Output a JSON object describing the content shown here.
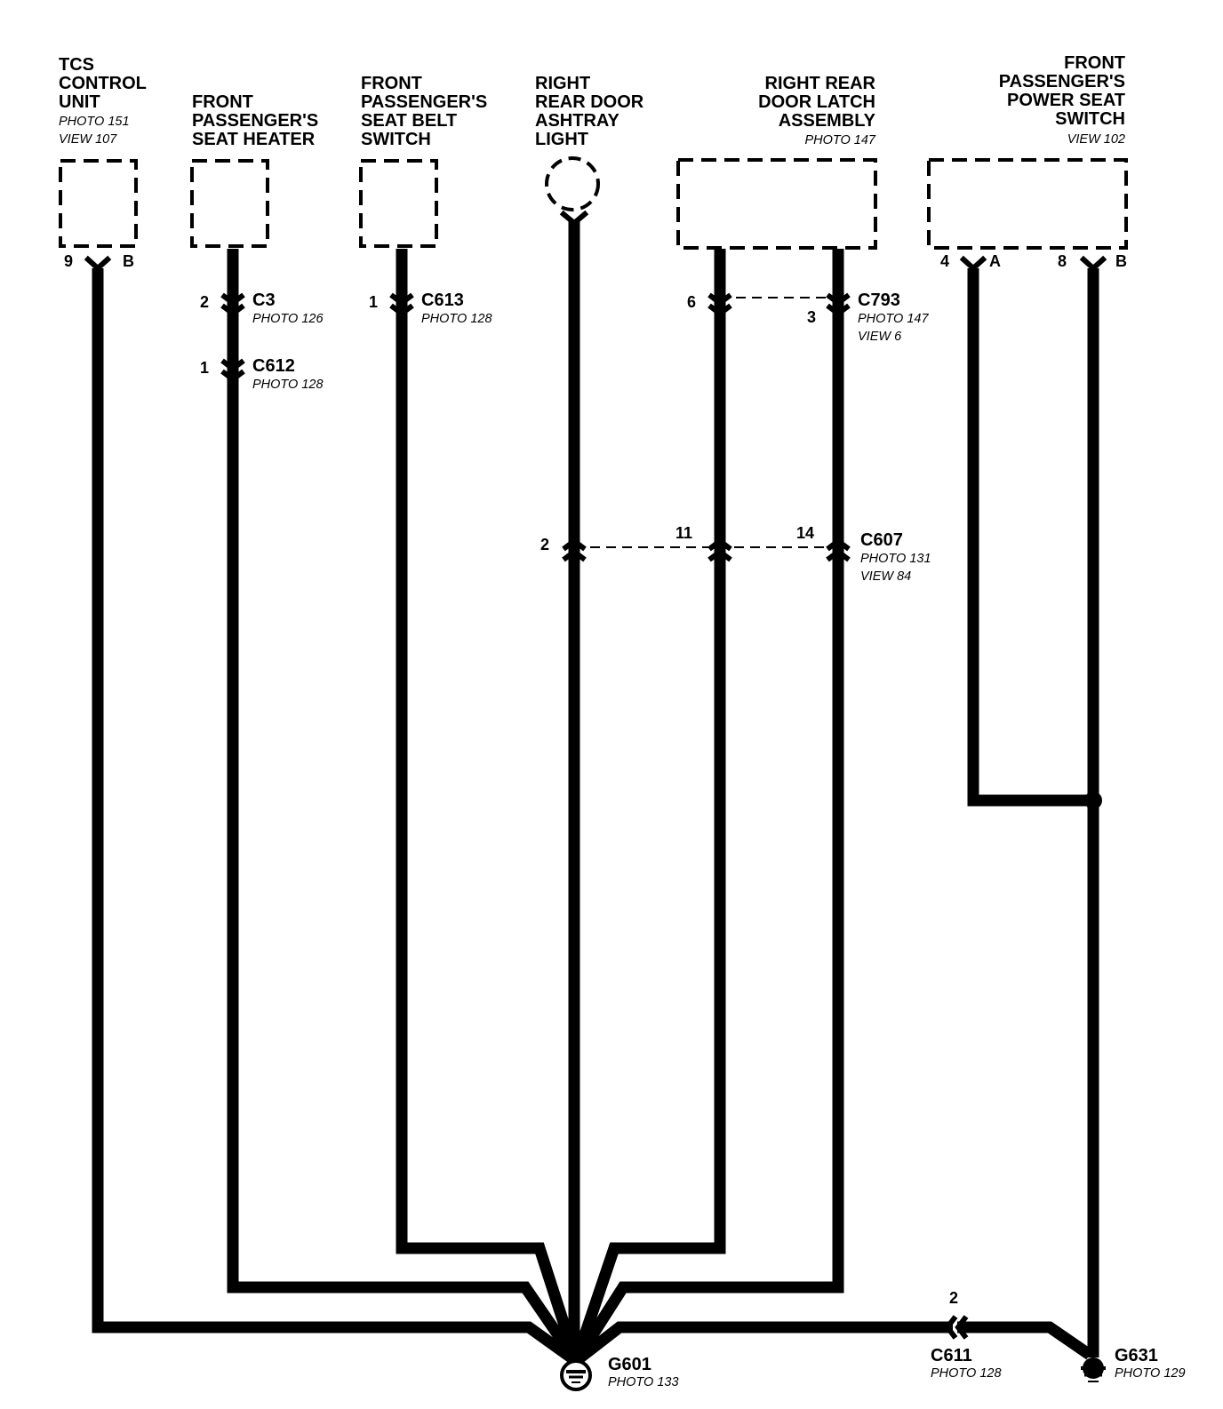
{
  "components": {
    "tcs": {
      "title": "TCS\nCONTROL\nUNIT",
      "ref": "PHOTO 151\nVIEW 107",
      "pin_left": "9",
      "pin_right": "B"
    },
    "seat_heater": {
      "title": "FRONT\nPASSENGER'S\nSEAT HEATER"
    },
    "seat_belt": {
      "title": "FRONT\nPASSENGER'S\nSEAT BELT\nSWITCH"
    },
    "ashtray": {
      "title": "RIGHT\nREAR DOOR\nASHTRAY\nLIGHT"
    },
    "door_latch": {
      "title": "RIGHT REAR\nDOOR LATCH\nASSEMBLY",
      "ref": "PHOTO 147"
    },
    "power_seat": {
      "title": "FRONT\nPASSENGER'S\nPOWER SEAT\nSWITCH",
      "ref": "VIEW 102",
      "pin1_num": "4",
      "pin1_letter": "A",
      "pin2_num": "8",
      "pin2_letter": "B"
    }
  },
  "connectors": {
    "c3": {
      "name": "C3",
      "ref": "PHOTO 126",
      "pin": "2"
    },
    "c612": {
      "name": "C612",
      "ref": "PHOTO 128",
      "pin": "1"
    },
    "c613": {
      "name": "C613",
      "ref": "PHOTO 128",
      "pin": "1"
    },
    "c793": {
      "name": "C793",
      "ref": "PHOTO 147\nVIEW 6",
      "pin_a": "6",
      "pin_b": "3"
    },
    "c607": {
      "name": "C607",
      "ref": "PHOTO 131\nVIEW 84",
      "pin_a": "2",
      "pin_b": "11",
      "pin_c": "14"
    },
    "c611": {
      "name": "C611",
      "ref": "PHOTO 128",
      "pin": "2"
    }
  },
  "grounds": {
    "g601": {
      "name": "G601",
      "ref": "PHOTO 133"
    },
    "g631": {
      "name": "G631",
      "ref": "PHOTO 129"
    }
  },
  "colors": {
    "wire": "#000000",
    "background": "#ffffff"
  }
}
